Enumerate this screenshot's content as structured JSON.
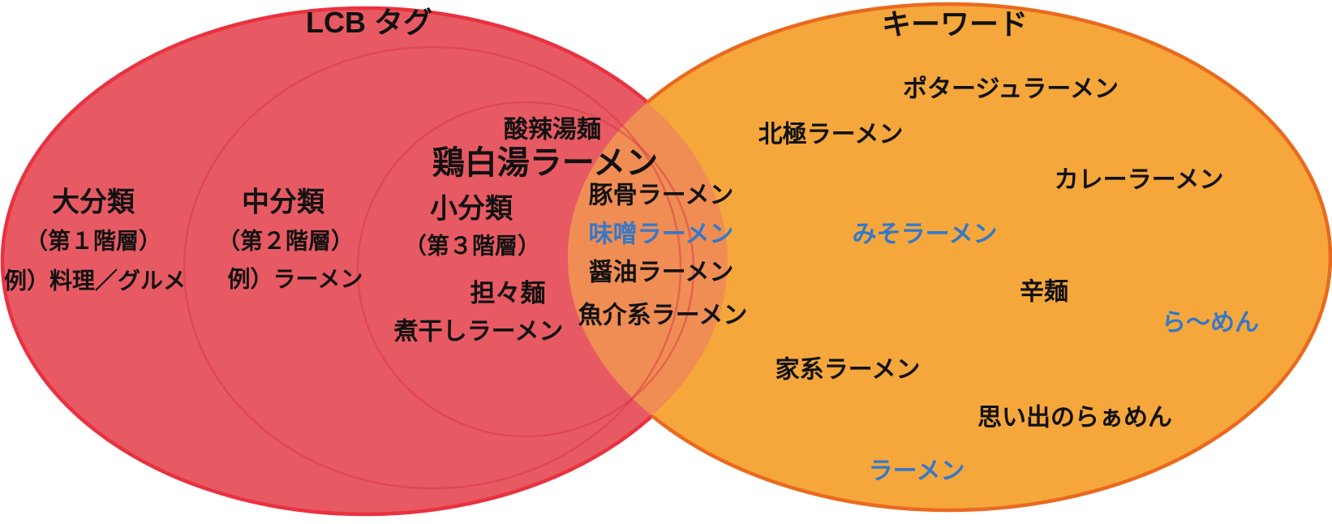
{
  "colors": {
    "page_bg": "#FFFFFF",
    "red_fill": "#E85A63",
    "red_stroke": "#E9323F",
    "orange_fill": "#F5A73C",
    "orange_stroke": "#E96A1E",
    "overlap_fill": "#EF8D55",
    "inner_ring_stroke": "rgba(214,48,62,0.45)",
    "text_black": "#111111",
    "text_blue": "#3478C8"
  },
  "venn": {
    "left": {
      "title": "LCB タグ",
      "levels": [
        {
          "name": "大分類",
          "layer": "（第１階層）",
          "example": "例）料理／グルメ"
        },
        {
          "name": "中分類",
          "layer": "（第２階層）",
          "example": "例）ラーメン"
        },
        {
          "name": "小分類",
          "layer": "（第３階層）"
        }
      ],
      "items": [
        {
          "text": "酸辣湯麺",
          "color": "#111111"
        },
        {
          "text": "鶏白湯ラーメン",
          "color": "#111111"
        },
        {
          "text": "担々麺",
          "color": "#111111"
        },
        {
          "text": "煮干しラーメン",
          "color": "#111111"
        }
      ]
    },
    "overlap": {
      "items": [
        {
          "text": "豚骨ラーメン",
          "color": "#111111"
        },
        {
          "text": "味噌ラーメン",
          "color": "#3478C8"
        },
        {
          "text": "醤油ラーメン",
          "color": "#111111"
        },
        {
          "text": "魚介系ラーメン",
          "color": "#111111"
        }
      ]
    },
    "right": {
      "title": "キーワード",
      "items": [
        {
          "text": "ポタージュラーメン",
          "color": "#111111"
        },
        {
          "text": "北極ラーメン",
          "color": "#111111"
        },
        {
          "text": "カレーラーメン",
          "color": "#111111"
        },
        {
          "text": "みそラーメン",
          "color": "#3478C8"
        },
        {
          "text": "辛麺",
          "color": "#111111"
        },
        {
          "text": "ら〜めん",
          "color": "#3478C8"
        },
        {
          "text": "家系ラーメン",
          "color": "#111111"
        },
        {
          "text": "思い出のらぁめん",
          "color": "#111111"
        },
        {
          "text": "ラーメン",
          "color": "#3478C8"
        }
      ]
    }
  }
}
